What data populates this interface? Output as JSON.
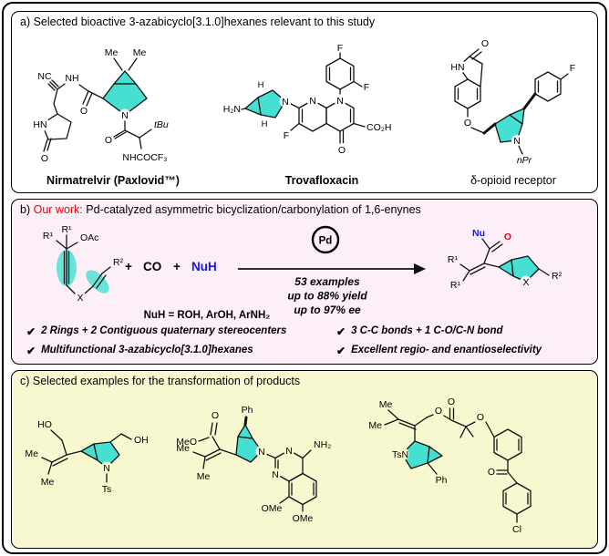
{
  "colors": {
    "highlight": "#45e0d2",
    "red": "#e8000d",
    "blue": "#1515e6",
    "panel_b_bg": "#fdeff7",
    "panel_c_bg": "#f8f8d0"
  },
  "panel_a": {
    "title": "a) Selected bioactive 3-azabicyclo[3.1.0]hexanes relevant to this study",
    "compounds": [
      {
        "name": "Nirmatrelvir (Paxlovid™)",
        "labels": [
          "Me",
          "Me",
          "NC",
          "NH",
          "O",
          "HN",
          "O",
          "N",
          "O",
          "tBu",
          "NHCOCF₃"
        ]
      },
      {
        "name": "Trovafloxacin",
        "labels": [
          "F",
          "F",
          "N",
          "N",
          "CO₂H",
          "O",
          "F",
          "N",
          "H₂N",
          "H",
          "H"
        ]
      },
      {
        "name": "δ-opioid receptor",
        "labels": [
          "HN",
          "O",
          "O",
          "N",
          "nPr",
          "F"
        ]
      }
    ]
  },
  "panel_b": {
    "title_prefix": "b)",
    "title_ourwork": "Our work:",
    "title_rest": "Pd-catalyzed asymmetric bicyclization/carbonylation of 1,6-enynes",
    "substrate_labels": [
      "R¹",
      "R¹",
      "OAc",
      "X",
      "R²"
    ],
    "plus1": "+",
    "co": "CO",
    "plus2": "+",
    "nu": "Nu",
    "h": "H",
    "catalyst": "Pd",
    "arrow_lines": [
      "53 examples",
      "up to 88% yield",
      "up to 97% ee"
    ],
    "nuh_note": "NuH = ROH, ArOH, ArNH₂",
    "product_labels": [
      "Nu",
      "O",
      "R¹",
      "R¹",
      "X",
      "R²"
    ],
    "check": "✔",
    "bullets": [
      "2 Rings + 2 Contiguous quaternary stereocenters",
      "3 C-C bonds + 1 C-O/C-N bond",
      "Multifunctional 3-azabicyclo[3.1.0]hexanes",
      "Excellent regio- and enantioselectivity"
    ]
  },
  "panel_c": {
    "title": "c) Selected examples for the transformation of products",
    "compounds": [
      {
        "labels": [
          "HO",
          "Me",
          "Me",
          "OH",
          "N",
          "Ts"
        ]
      },
      {
        "labels": [
          "O",
          "MeO",
          "Me",
          "Me",
          "Ph",
          "N",
          "N",
          "N",
          "NH₂",
          "OMe",
          "OMe"
        ]
      },
      {
        "labels": [
          "Me",
          "Me",
          "O",
          "O",
          "O",
          "O",
          "Cl",
          "TsN",
          "Ph"
        ]
      }
    ]
  }
}
